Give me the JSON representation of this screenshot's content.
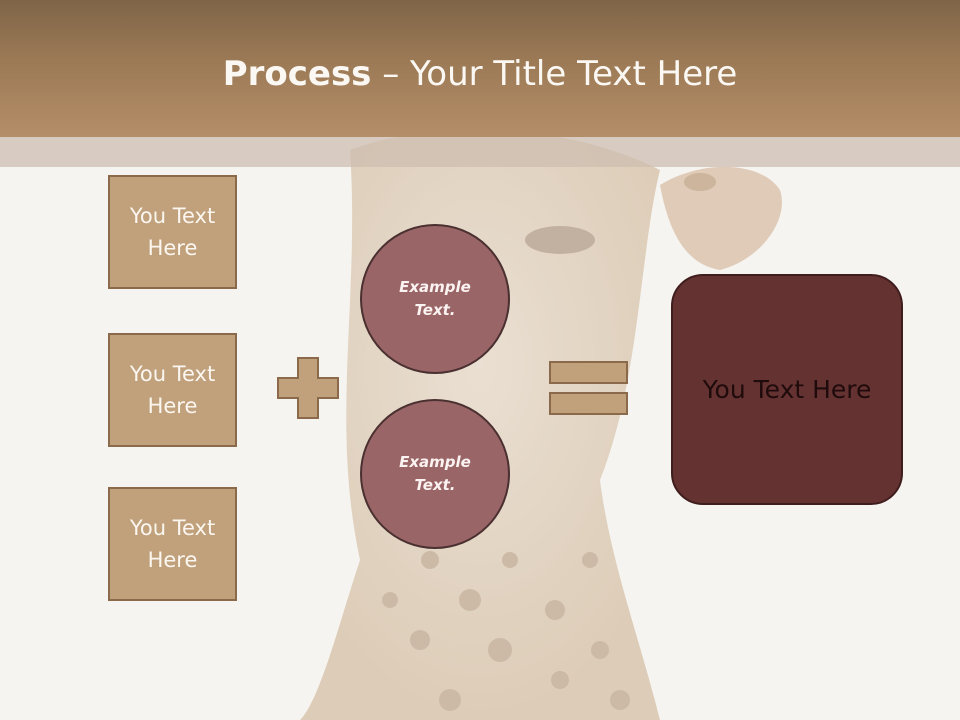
{
  "title": {
    "bold": "Process",
    "rest": " – Your Title Text Here"
  },
  "inputs": [
    {
      "label": "You Text Here"
    },
    {
      "label": "You Text Here"
    },
    {
      "label": "You Text Here"
    }
  ],
  "operator_icons": {
    "plus": "plus-icon",
    "equals": "equals-icon"
  },
  "circles": [
    {
      "label": "Example Text."
    },
    {
      "label": "Example Text."
    }
  ],
  "result": {
    "label": "You Text Here"
  },
  "colors": {
    "header": "#9c7a56",
    "box_fill": "#c1a07c",
    "circle_fill": "#9a6567",
    "result_fill": "#653232",
    "background": "#f6f4f1"
  }
}
